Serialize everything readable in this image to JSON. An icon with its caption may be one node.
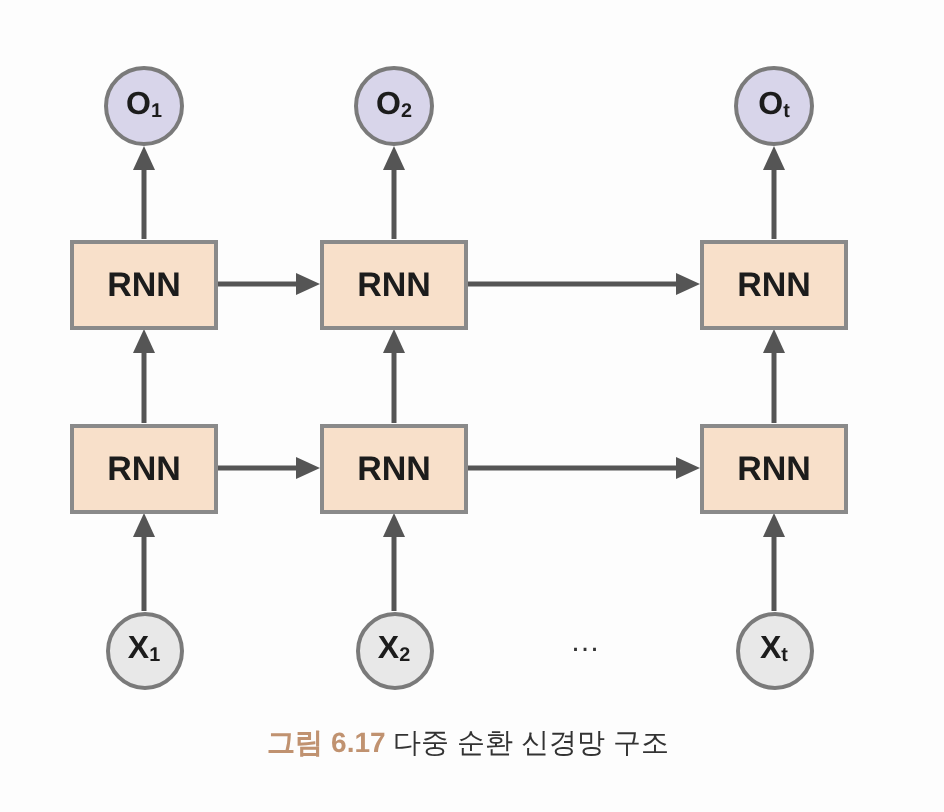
{
  "diagram": {
    "caption": "**그림 6.17** 다중 순환 신경망 구조",
    "nodes": [
      {
        "text": [
          "O$_{1}$"
        ]
      },
      {
        "text": [
          "O$_{2}$"
        ]
      },
      {
        "text": [
          "O$_{t}$"
        ]
      },
      {
        "text": [
          "RNN"
        ]
      },
      {
        "text": [
          "RNN"
        ]
      },
      {
        "text": [
          "RNN"
        ]
      },
      {
        "text": [
          "RNN"
        ]
      },
      {
        "text": [
          "RNN"
        ]
      },
      {
        "text": [
          "RNN"
        ]
      },
      {
        "text": [
          "X$_{1}$"
        ]
      },
      {
        "text": [
          "X$_{2}$"
        ]
      },
      {
        "text": [
          "X$_{t}$"
        ]
      }
    ],
    "edges": [
      {
        "from": 9,
        "to": 6,
        "arrow": "to"
      },
      {
        "from": 10,
        "to": 7,
        "arrow": "to"
      },
      {
        "from": 11,
        "to": 8,
        "arrow": "to"
      },
      {
        "from": 6,
        "to": 7,
        "arrow": "to"
      },
      {
        "from": 7,
        "to": 8,
        "arrow": "to"
      },
      {
        "from": 6,
        "to": 3,
        "arrow": "to"
      },
      {
        "from": 7,
        "to": 4,
        "arrow": "to"
      },
      {
        "from": 8,
        "to": 5,
        "arrow": "to"
      },
      {
        "from": 3,
        "to": 4,
        "arrow": "to"
      },
      {
        "from": 4,
        "to": 5,
        "arrow": "to"
      },
      {
        "from": 3,
        "to": 0,
        "arrow": "to"
      },
      {
        "from": 4,
        "to": 1,
        "arrow": "to"
      },
      {
        "from": 5,
        "to": 2,
        "arrow": "to"
      }
    ],
    "labels": [
      "…"
    ]
  }
}
